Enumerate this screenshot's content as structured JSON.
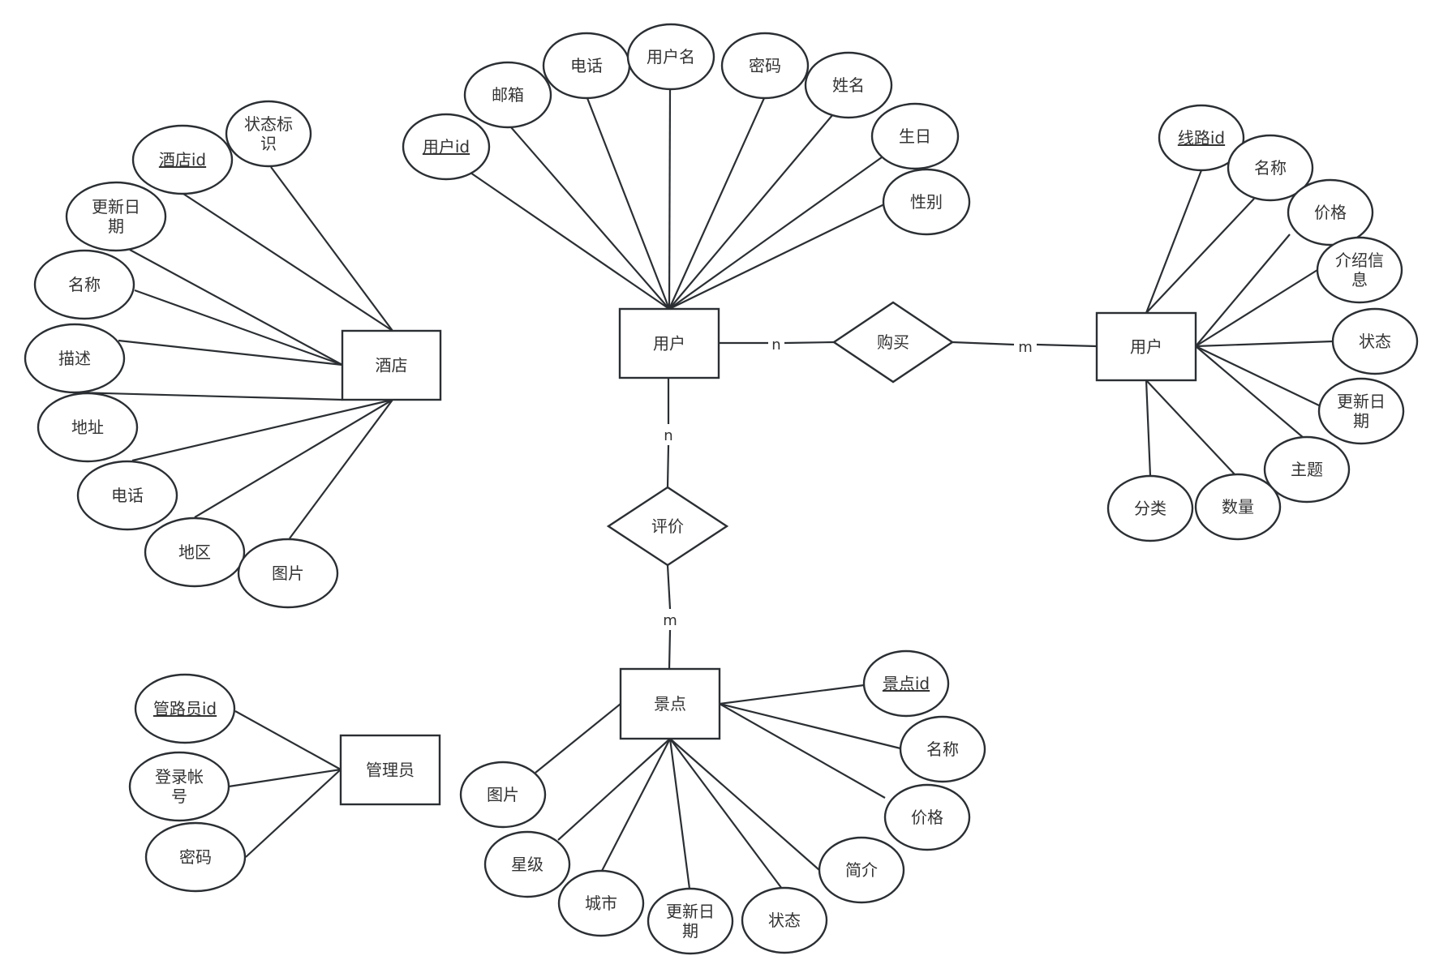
{
  "diagram": {
    "type": "er-diagram",
    "colors": {
      "stroke": "#2b2f33",
      "text": "#333333",
      "background": "#ffffff"
    },
    "entities": [
      {
        "id": "hotel",
        "label": "酒店",
        "attributes": [
          {
            "label": "状态标识",
            "key": false
          },
          {
            "label": "酒店id",
            "key": true
          },
          {
            "label": "更新日期",
            "key": false
          },
          {
            "label": "名称",
            "key": false
          },
          {
            "label": "描述",
            "key": false
          },
          {
            "label": "地址",
            "key": false
          },
          {
            "label": "电话",
            "key": false
          },
          {
            "label": "地区",
            "key": false
          },
          {
            "label": "图片",
            "key": false
          }
        ]
      },
      {
        "id": "user",
        "label": "用户",
        "attributes": [
          {
            "label": "用户id",
            "key": true
          },
          {
            "label": "邮箱",
            "key": false
          },
          {
            "label": "电话",
            "key": false
          },
          {
            "label": "用户名",
            "key": false
          },
          {
            "label": "密码",
            "key": false
          },
          {
            "label": "姓名",
            "key": false
          },
          {
            "label": "生日",
            "key": false
          },
          {
            "label": "性别",
            "key": false
          }
        ]
      },
      {
        "id": "route",
        "label": "用户",
        "attributes": [
          {
            "label": "线路id",
            "key": true
          },
          {
            "label": "名称",
            "key": false
          },
          {
            "label": "价格",
            "key": false
          },
          {
            "label": "介绍信息",
            "key": false
          },
          {
            "label": "状态",
            "key": false
          },
          {
            "label": "更新日期",
            "key": false
          },
          {
            "label": "主题",
            "key": false
          },
          {
            "label": "数量",
            "key": false
          },
          {
            "label": "分类",
            "key": false
          }
        ]
      },
      {
        "id": "admin",
        "label": "管理员",
        "attributes": [
          {
            "label": "管路员id",
            "key": true
          },
          {
            "label": "登录帐号",
            "key": false
          },
          {
            "label": "密码",
            "key": false
          }
        ]
      },
      {
        "id": "spot",
        "label": "景点",
        "attributes": [
          {
            "label": "景点id",
            "key": true
          },
          {
            "label": "名称",
            "key": false
          },
          {
            "label": "价格",
            "key": false
          },
          {
            "label": "简介",
            "key": false
          },
          {
            "label": "状态",
            "key": false
          },
          {
            "label": "更新日期",
            "key": false
          },
          {
            "label": "城市",
            "key": false
          },
          {
            "label": "星级",
            "key": false
          },
          {
            "label": "图片",
            "key": false
          }
        ]
      }
    ],
    "relationships": [
      {
        "id": "purchase",
        "label": "购买",
        "from": "user",
        "to": "route",
        "from_card": "n",
        "to_card": "m"
      },
      {
        "id": "review",
        "label": "评价",
        "from": "user",
        "to": "spot",
        "from_card": "n",
        "to_card": "m"
      }
    ]
  }
}
